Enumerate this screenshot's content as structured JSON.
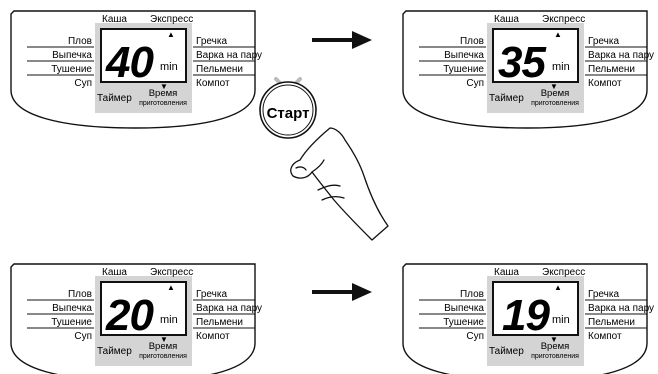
{
  "panel": {
    "top_labels": [
      "Каша",
      "Экспресс"
    ],
    "left_menu": [
      "Плов",
      "Выпечка",
      "Тушение",
      "Суп"
    ],
    "right_menu": [
      "Гречка",
      "Варка на пару",
      "Пельмени",
      "Компот"
    ],
    "unit": "min",
    "timer_label": "Таймер",
    "cook_time_label_1": "Время",
    "cook_time_label_2": "приготовления"
  },
  "displays": [
    {
      "id": "top-left",
      "time_value": "40"
    },
    {
      "id": "top-right",
      "time_value": "35"
    },
    {
      "id": "bottom-left",
      "time_value": "20"
    },
    {
      "id": "bottom-right",
      "time_value": "19"
    }
  ],
  "start_button": {
    "label": "Старт"
  },
  "arrows": [
    "right-arrow",
    "right-arrow"
  ],
  "icons": [
    "up-triangle-icon",
    "down-triangle-icon",
    "right-arrow-icon",
    "hand-pressing-icon",
    "indicator-light-icon"
  ],
  "colors": {
    "display_bg": "#d4d4d4",
    "display_box": "#ffffff",
    "digit": "#111111",
    "indicator_rays": "#bbbbbb",
    "line": "#111111"
  }
}
